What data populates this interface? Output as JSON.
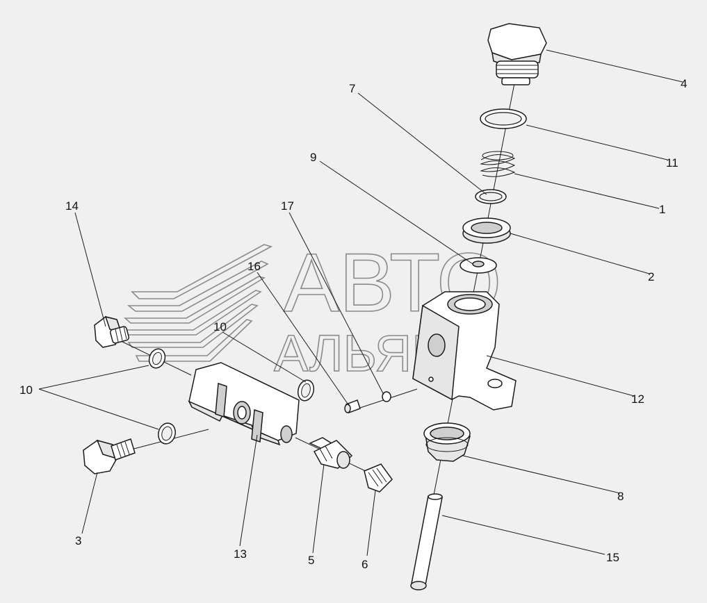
{
  "diagram": {
    "callouts": [
      {
        "id": "c1",
        "label": "1"
      },
      {
        "id": "c2",
        "label": "2"
      },
      {
        "id": "c3",
        "label": "3"
      },
      {
        "id": "c4",
        "label": "4"
      },
      {
        "id": "c5",
        "label": "5"
      },
      {
        "id": "c6",
        "label": "6"
      },
      {
        "id": "c7",
        "label": "7"
      },
      {
        "id": "c8",
        "label": "8"
      },
      {
        "id": "c9",
        "label": "9"
      },
      {
        "id": "c10a",
        "label": "10"
      },
      {
        "id": "c10b",
        "label": "10"
      },
      {
        "id": "c11",
        "label": "11"
      },
      {
        "id": "c12",
        "label": "12"
      },
      {
        "id": "c13",
        "label": "13"
      },
      {
        "id": "c14",
        "label": "14"
      },
      {
        "id": "c15",
        "label": "15"
      },
      {
        "id": "c16",
        "label": "16"
      },
      {
        "id": "c17",
        "label": "17"
      }
    ]
  },
  "watermark": {
    "line1": "АВТО",
    "line2": "АЛЬЯНС"
  }
}
